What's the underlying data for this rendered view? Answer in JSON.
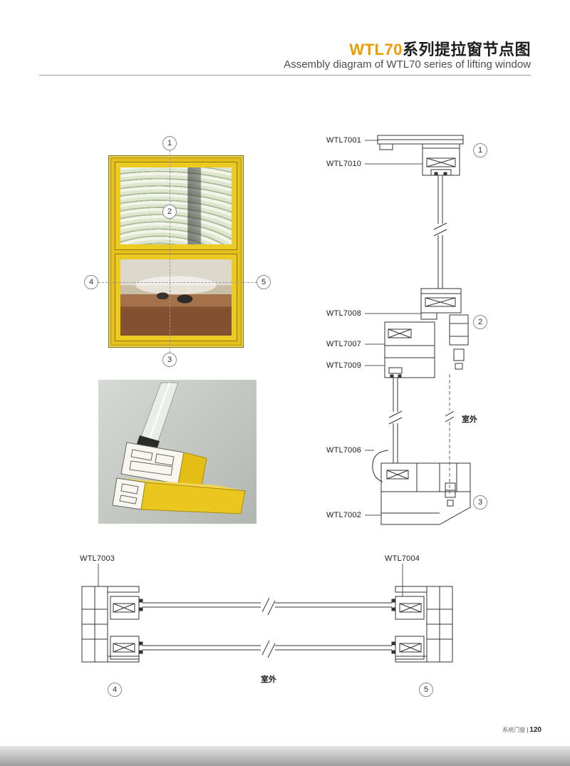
{
  "header": {
    "title_highlight": "WTL70",
    "title_rest": "系列提拉窗节点图",
    "subtitle": "Assembly diagram of WTL70 series of lifting window"
  },
  "elevation": {
    "callouts": [
      "1",
      "2",
      "3",
      "4",
      "5"
    ]
  },
  "vertical_section": {
    "labels": [
      "WTL7001",
      "WTL7010",
      "WTL7008",
      "WTL7007",
      "WTL7009",
      "WTL7006",
      "WTL7002"
    ],
    "callouts": [
      "1",
      "2",
      "3"
    ],
    "outdoor_label": "室外"
  },
  "horizontal_section": {
    "labels": [
      "WTL7003",
      "WTL7004"
    ],
    "callouts": [
      "4",
      "5"
    ],
    "outdoor_label": "室外"
  },
  "footer": {
    "brand_text": "系统门窗",
    "separator": "|",
    "page_number": "120"
  },
  "colors": {
    "accent_orange": "#F09A00",
    "window_yellow": "#E8C51E",
    "drawing_line": "#333333"
  }
}
